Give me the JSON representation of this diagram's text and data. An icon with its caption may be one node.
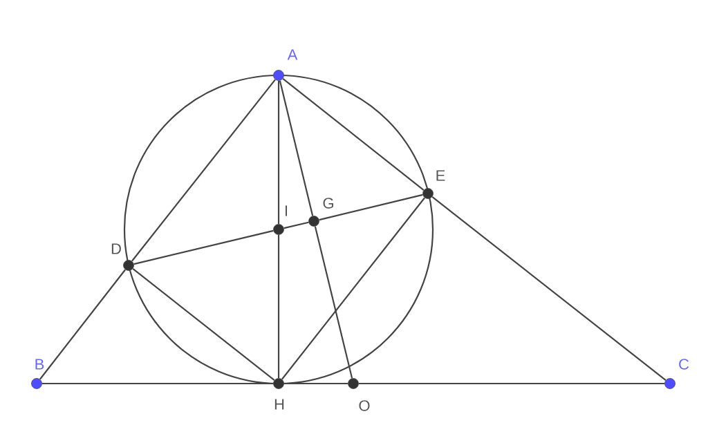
{
  "diagram": {
    "nodes": [
      {
        "text": [
          "A"
        ]
      },
      {
        "text": [
          "B"
        ]
      },
      {
        "text": [
          "C"
        ]
      },
      {
        "text": [
          "D"
        ]
      },
      {
        "text": [
          "E"
        ]
      },
      {
        "text": [
          "I"
        ]
      },
      {
        "text": [
          "G"
        ]
      },
      {
        "text": [
          "H"
        ]
      },
      {
        "text": [
          "O"
        ]
      }
    ],
    "edges": [
      {
        "from": 1,
        "to": 3,
        "arrow": "none"
      },
      {
        "from": 3,
        "to": 0,
        "arrow": "none"
      },
      {
        "from": 0,
        "to": 4,
        "arrow": "none"
      },
      {
        "from": 4,
        "to": 2,
        "arrow": "none"
      },
      {
        "from": 1,
        "to": 7,
        "arrow": "none"
      },
      {
        "from": 7,
        "to": 8,
        "arrow": "none"
      },
      {
        "from": 8,
        "to": 2,
        "arrow": "none"
      },
      {
        "from": 0,
        "to": 5,
        "arrow": "none"
      },
      {
        "from": 5,
        "to": 7,
        "arrow": "none"
      },
      {
        "from": 0,
        "to": 6,
        "arrow": "none"
      },
      {
        "from": 6,
        "to": 8,
        "arrow": "none"
      },
      {
        "from": 3,
        "to": 5,
        "arrow": "none"
      },
      {
        "from": 5,
        "to": 6,
        "arrow": "none"
      },
      {
        "from": 6,
        "to": 4,
        "arrow": "none"
      },
      {
        "from": 3,
        "to": 7,
        "arrow": "none"
      },
      {
        "from": 7,
        "to": 4,
        "arrow": "none"
      }
    ]
  }
}
